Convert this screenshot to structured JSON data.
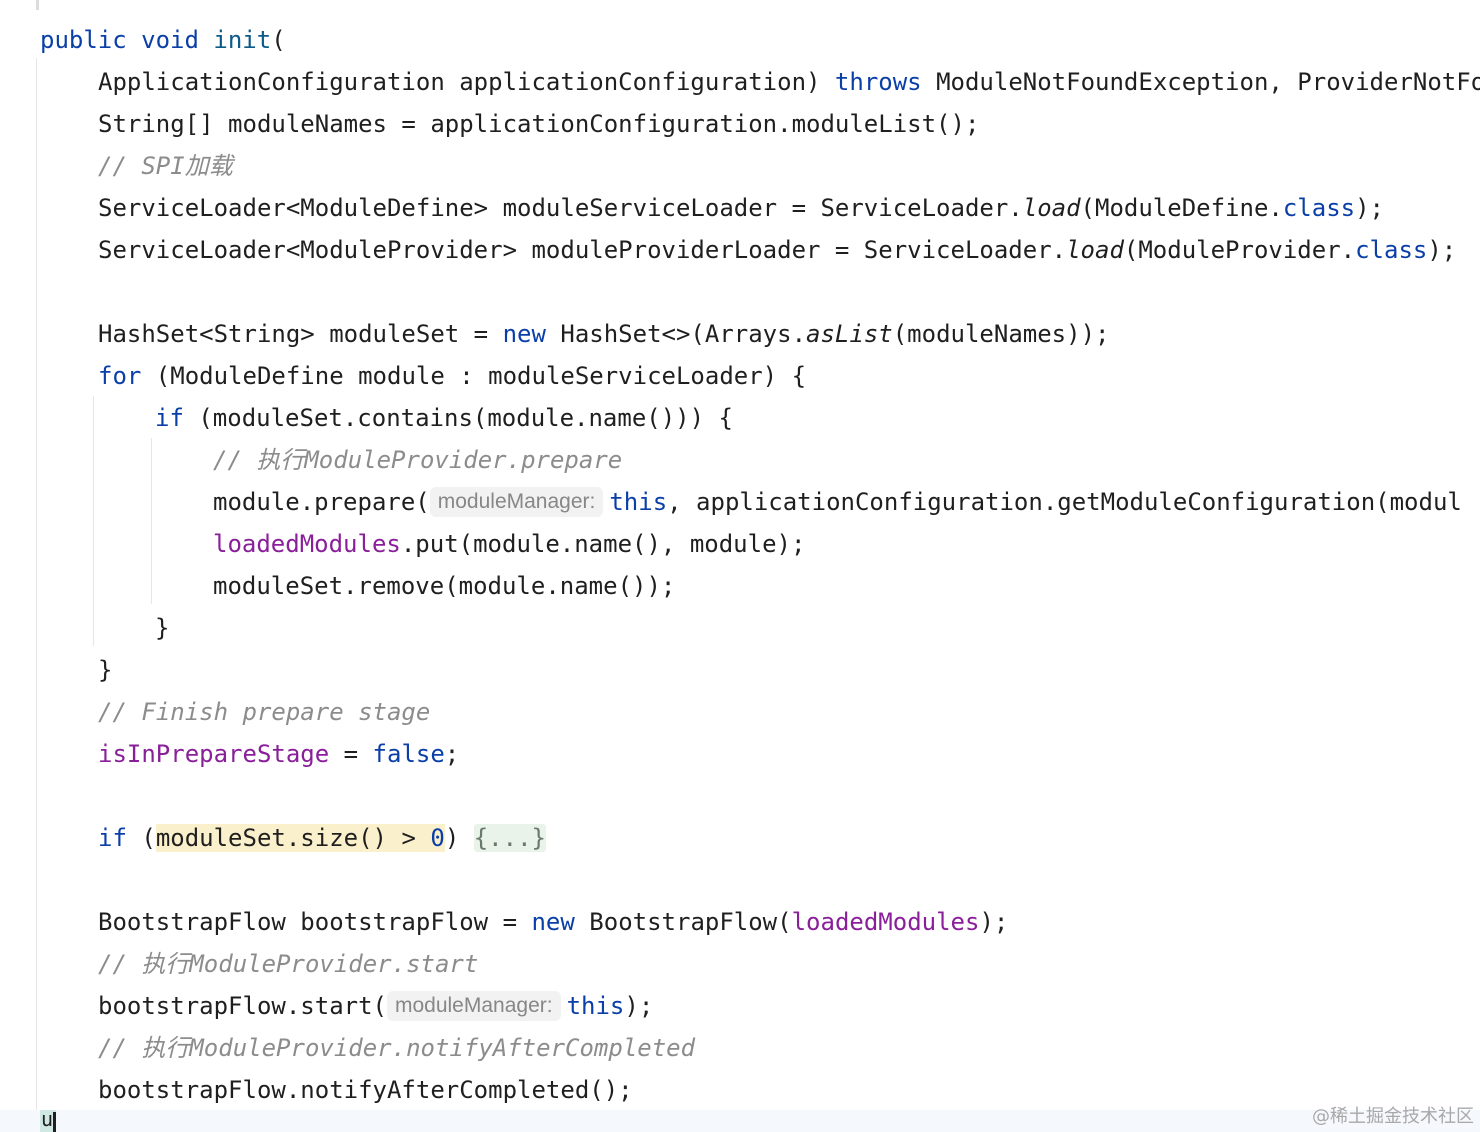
{
  "editor": {
    "line_init": {
      "kw_public": "public",
      "kw_void": "void",
      "name": "init",
      "paren": "("
    },
    "line_params": {
      "t1": "ApplicationConfiguration applicationConfiguration) ",
      "kw_throws": "throws",
      "t2": " ModuleNotFoundException, ProviderNotFo"
    },
    "line_modnames": {
      "text": "String[] moduleNames = applicationConfiguration.moduleList();"
    },
    "line_spi_comment": {
      "text": "// SPI加载"
    },
    "line_define_loader": {
      "t1": "ServiceLoader<ModuleDefine> moduleServiceLoader = ServiceLoader.",
      "load": "load",
      "t2": "(ModuleDefine.",
      "kw_class": "class",
      "t3": ");"
    },
    "line_provider_loader": {
      "t1": "ServiceLoader<ModuleProvider> moduleProviderLoader = ServiceLoader.",
      "load": "load",
      "t2": "(ModuleProvider.",
      "kw_class": "class",
      "t3": ");"
    },
    "line_hashset": {
      "t1": "HashSet<String> moduleSet = ",
      "kw_new": "new",
      "t2": " HashSet<>(Arrays.",
      "aslist": "asList",
      "t3": "(moduleNames));"
    },
    "line_for": {
      "kw_for": "for",
      "t1": " (ModuleDefine module : moduleServiceLoader) {"
    },
    "line_if_contains": {
      "kw_if": "if",
      "t1": " (moduleSet.contains(module.name())) {"
    },
    "line_prepare_comment": {
      "text": "// 执行ModuleProvider.prepare"
    },
    "line_prepare": {
      "t1": "module.prepare(",
      "hint": "moduleManager:",
      "kw_this": "this",
      "t2": ", applicationConfiguration.getModuleConfiguration(modul"
    },
    "line_put": {
      "field": "loadedModules",
      "t1": ".put(module.name(), module);"
    },
    "line_remove": {
      "text": "moduleSet.remove(module.name());"
    },
    "line_close_if": {
      "text": "}"
    },
    "line_close_for": {
      "text": "}"
    },
    "line_finish_comment": {
      "text": "// Finish prepare stage"
    },
    "line_isprepare": {
      "field": "isInPrepareStage",
      "t1": " = ",
      "kw_false": "false",
      "t2": ";"
    },
    "line_if_size": {
      "kw_if": "if",
      "t1": " (",
      "cond": "moduleSet.size() > ",
      "num": "0",
      "t2": ") ",
      "folded": "{...}"
    },
    "line_flow": {
      "t1": "BootstrapFlow bootstrapFlow = ",
      "kw_new": "new",
      "t2": " BootstrapFlow(",
      "field": "loadedModules",
      "t3": ");"
    },
    "line_start_comment": {
      "text": "// 执行ModuleProvider.start"
    },
    "line_start": {
      "t1": "bootstrapFlow.start(",
      "hint": "moduleManager:",
      "kw_this": "this",
      "t2": ");"
    },
    "line_notify_comment": {
      "text": "// 执行ModuleProvider.notifyAfterCompleted"
    },
    "line_notify": {
      "text": "bootstrapFlow.notifyAfterCompleted();"
    },
    "caret_glyph": "u"
  },
  "watermark": "@稀土掘金技术社区",
  "colors": {
    "keyword": "#0b3fa8",
    "field": "#8a1f9a",
    "comment": "#8c8c8c",
    "text": "#1f1f1f",
    "highlight": "#fbf0cc",
    "fold": "#e9f3ea"
  }
}
